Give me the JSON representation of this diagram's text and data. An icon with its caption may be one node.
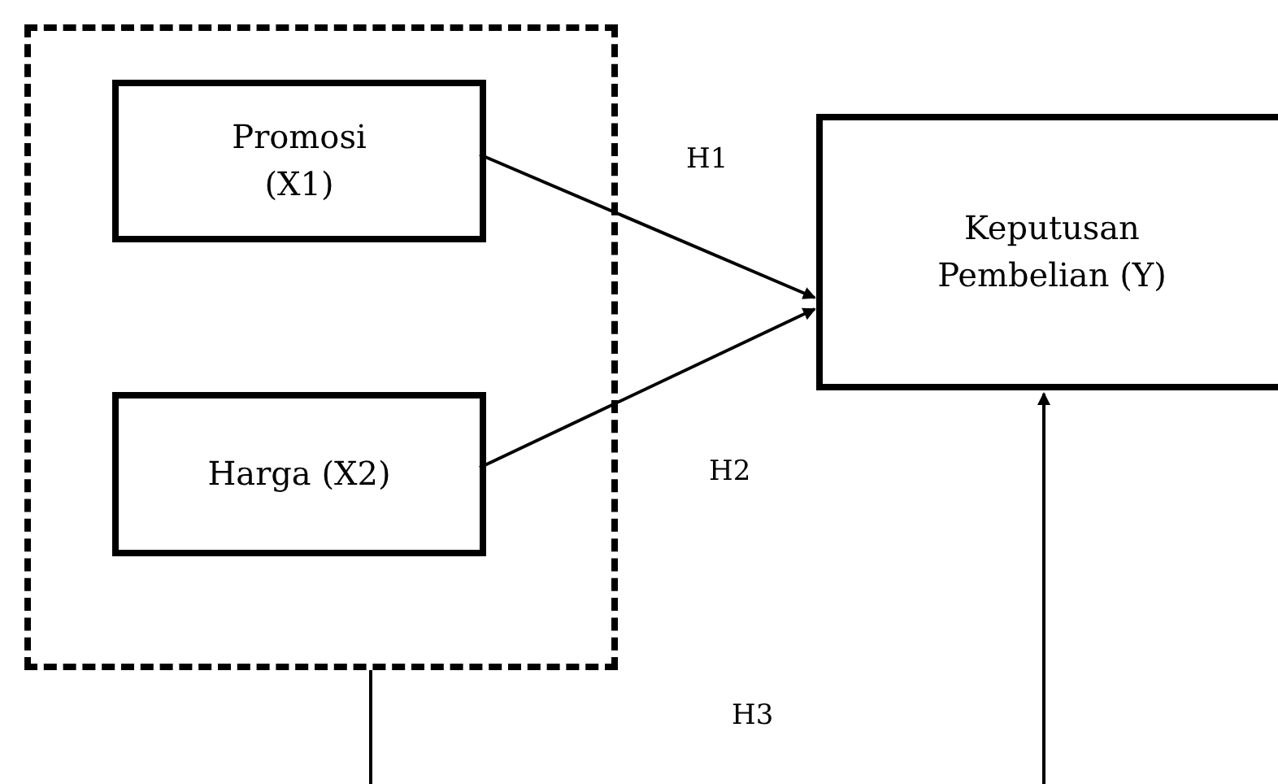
{
  "diagram": {
    "nodes": [
      {
        "text": [],
        "shape": "box"
      },
      {
        "text": [
          "Promosi (X1)"
        ],
        "in": 0
      },
      {
        "text": [
          "Harga (X2)"
        ],
        "in": 0
      },
      {
        "text": [
          "Keputusan Pembelian (Y)"
        ]
      }
    ],
    "edges": [
      {
        "from": 1,
        "to": 3,
        "arrow": "to"
      },
      {
        "from": 2,
        "to": 3,
        "arrow": "to"
      },
      {
        "from": 0,
        "to": null,
        "arrow": "none"
      },
      {
        "from": null,
        "to": 3,
        "arrow": "to"
      }
    ],
    "labels": [
      "H1",
      "H2",
      "H3"
    ]
  }
}
